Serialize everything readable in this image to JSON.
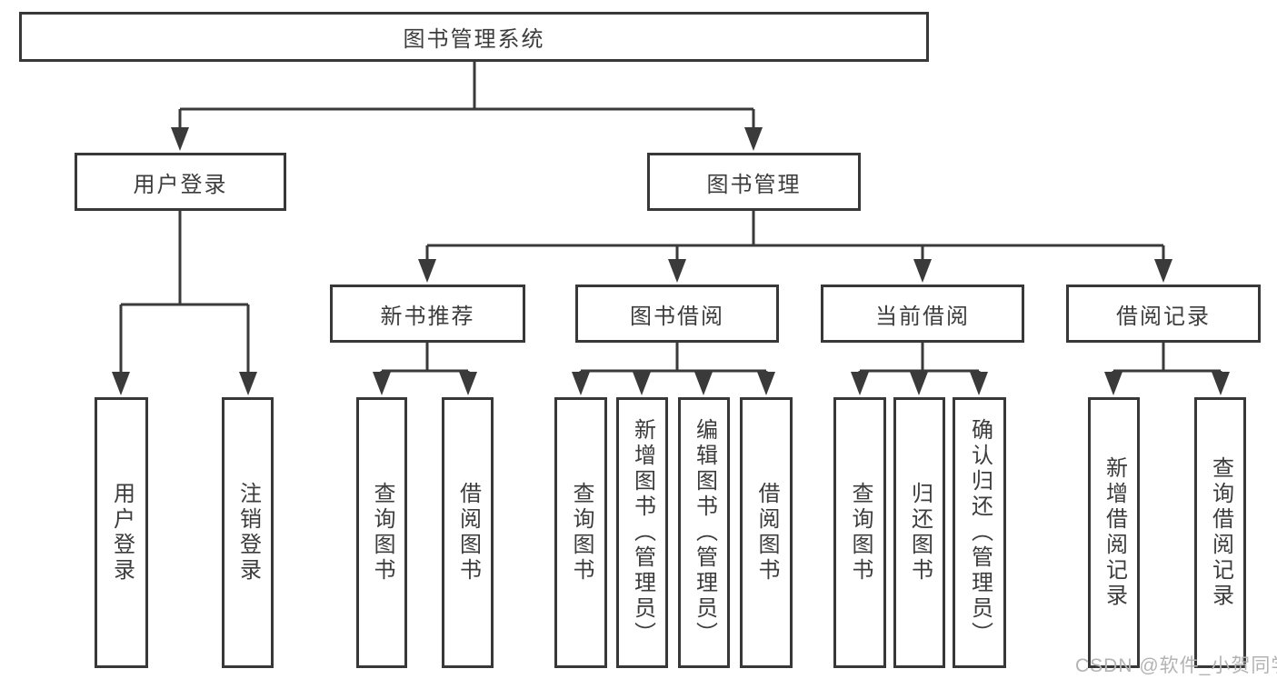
{
  "diagram": {
    "title_node": {
      "label": "图书管理系统"
    },
    "level2": [
      {
        "label": "用户登录"
      },
      {
        "label": "图书管理"
      }
    ],
    "level3": [
      {
        "label": "新书推荐"
      },
      {
        "label": "图书借阅"
      },
      {
        "label": "当前借阅"
      },
      {
        "label": "借阅记录"
      }
    ],
    "leaves": {
      "user_login": [
        "用户登录",
        "注销登录"
      ],
      "new_book_recommend": [
        "查询图书",
        "借阅图书"
      ],
      "book_borrow": [
        "查询图书",
        "新增图书（管理员）",
        "编辑图书（管理员）",
        "借阅图书"
      ],
      "current_borrow": [
        "查询图书",
        "归还图书",
        "确认归还（管理员）"
      ],
      "borrow_records": [
        "新增借阅记录",
        "查询借阅记录"
      ]
    },
    "line_color": "#3a3a3a",
    "box_border_color": "#383838",
    "text_color": "#3c3c3c"
  },
  "watermark": {
    "text": "CSDN @软件_小贺同学",
    "color": "#b3b3b3"
  }
}
